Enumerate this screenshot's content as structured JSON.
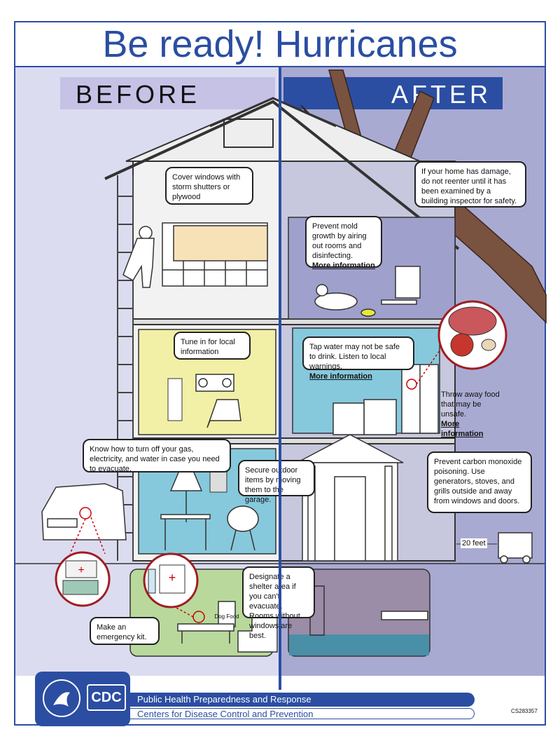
{
  "title": "Be ready!  Hurricanes",
  "tabs": {
    "before": "BEFORE",
    "after": "AFTER"
  },
  "before": {
    "windows": "Cover windows with storm shutters or plywood",
    "radio": "Tune in for local information",
    "utilities": "Know how to turn off your gas, electricity, and water in case you need to evacuate.",
    "outdoor": "Secure outdoor items by moving them to the garage.",
    "kit": "Make an emergency kit.",
    "shelter": "Designate a shelter area if you can't evacuate. Rooms without windows are best."
  },
  "after": {
    "damage": "If your home has damage, do not reenter until it has been examined by a building inspector for safety.",
    "mold": "Prevent mold growth by airing out rooms and disinfecting.",
    "mold_link": "More information",
    "water": "Tap water may not be safe to drink. Listen to local warnings.",
    "water_link": "More information",
    "food": "Throw away food that may be unsafe.",
    "food_link": "More information",
    "co": "Prevent carbon monoxide poisoning. Use generators, stoves, and grills outside and away from windows and doors.",
    "distance": "20 feet"
  },
  "labels": {
    "dog_food": "Dog Food"
  },
  "footer": {
    "logo": "CDC",
    "line1": "Public Health Preparedness and Response",
    "line2": "Centers for Disease Control and Prevention",
    "code": "CS283357"
  },
  "colors": {
    "brand_blue": "#2b4ea2",
    "before_bg": "#dcdcf0",
    "after_bg": "#a9aad2",
    "room_yellow": "#f2f0a6",
    "room_blue": "#86c9dc",
    "room_green": "#b8d99b"
  }
}
